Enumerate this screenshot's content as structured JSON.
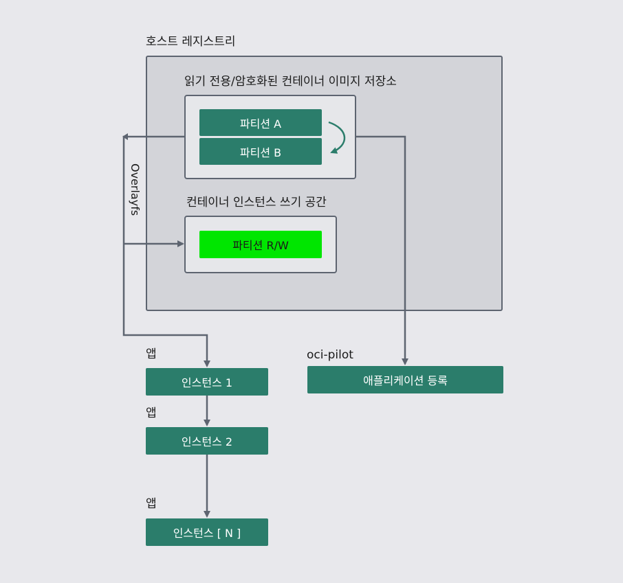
{
  "host_registry": {
    "title": "호스트 레지스트리"
  },
  "image_store": {
    "title": "읽기 전용/암호화된 컨테이너 이미지 저장소",
    "partition_a": "파티션 A",
    "partition_b": "파티션 B"
  },
  "write_space": {
    "title": "컨테이너 인스턴스 쓰기 공간",
    "partition_rw": "파티션 R/W"
  },
  "overlay_label": "Overlayfs",
  "apps": [
    {
      "label": "앱",
      "instance": "인스턴스 1"
    },
    {
      "label": "앱",
      "instance": "인스턴스 2"
    },
    {
      "label": "앱",
      "instance": "인스턴스 [ N ]"
    }
  ],
  "oci_pilot": {
    "label": "oci-pilot",
    "action": "애플리케이션 등록"
  },
  "colors": {
    "teal": "#2b7d6b",
    "green": "#00e600",
    "line": "#5d6470",
    "host_fill": "#d3d4d9",
    "background": "#e8e8ec"
  }
}
